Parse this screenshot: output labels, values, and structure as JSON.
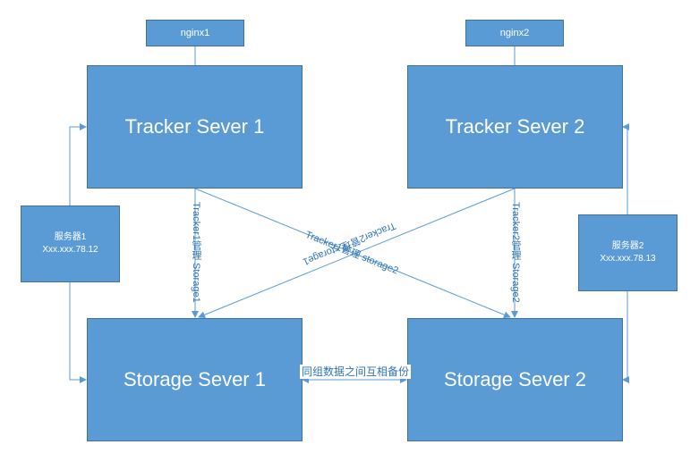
{
  "nodes": {
    "nginx1": "nginx1",
    "nginx2": "nginx2",
    "tracker1": "Tracker Sever 1",
    "tracker2": "Tracker Sever 2",
    "storage1": "Storage Sever 1",
    "storage2": "Storage Sever 2",
    "server1_name": "服务器1",
    "server1_ip": "Xxx.xxx.78.12",
    "server2_name": "服务器2",
    "server2_ip": "Xxx.xxx.78.13"
  },
  "labels": {
    "t1_s1": "Tracker1管理 Storage1",
    "t2_s2": "Tracker2管理 Storage2",
    "t1_s2": "Tracker1管理 storage2",
    "t2_s1": "Tracker2管理 storage1",
    "backup": "同组数据之间互相备份"
  },
  "colors": {
    "box_fill": "#5b9bd5",
    "box_border": "#41719c",
    "line": "#5b9bd5",
    "label_text": "#2e75b6"
  }
}
